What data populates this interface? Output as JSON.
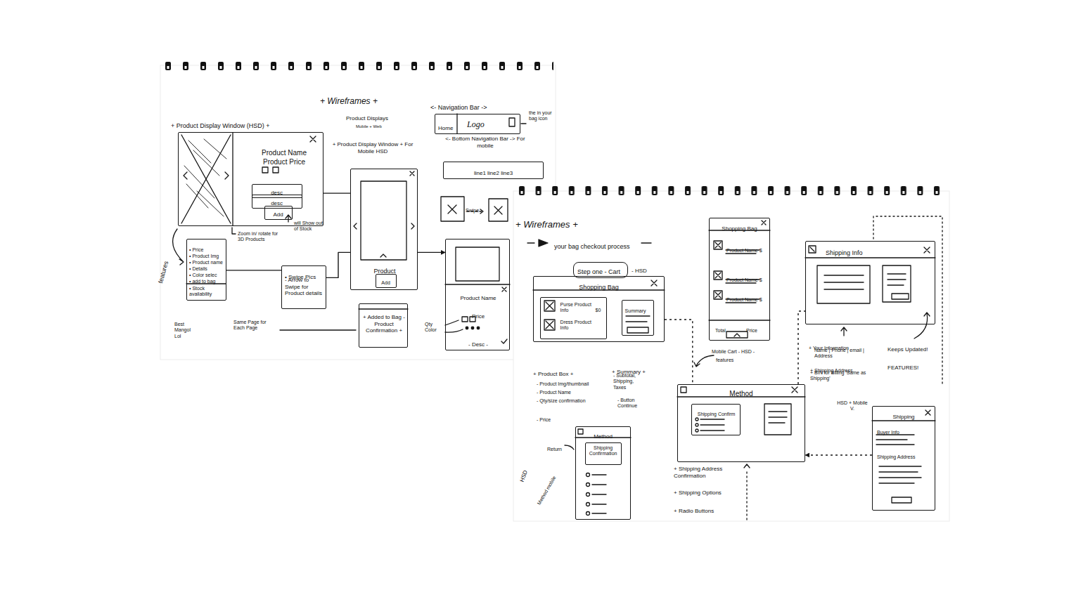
{
  "diagram": {
    "nodes": [
      {
        "text": [
          "Product Name",
          "Product Price"
        ]
      },
      {
        "text": [
          "desc"
        ],
        "in": 0
      },
      {
        "text": [
          "desc"
        ],
        "in": 0
      },
      {
        "text": [
          "Add"
        ],
        "in": 0
      },
      {
        "text": [
          "• Price",
          "• Product Img",
          "• Product name",
          "• Details",
          "• Color selec",
          "• add to bag",
          "• Stock availability"
        ]
      },
      {
        "text": [
          "• Swipe Pics",
          "- Arrow to Swipe for Product details"
        ]
      },
      {
        "text": [
          "Product"
        ]
      },
      {
        "text": [
          "Add"
        ],
        "in": 6
      },
      {
        "text": [
          "+ Added to Bag - Product Confirmation +"
        ]
      },
      {
        "text": [
          "Home",
          "Logo"
        ]
      },
      {
        "text": [
          "line1 line2 line3"
        ]
      },
      {
        "text": [
          "Product Name",
          "Price",
          "- Desc -"
        ]
      },
      {
        "text": [
          "Step one - Cart"
        ]
      },
      {
        "text": [
          "Shopping Bag"
        ]
      },
      {
        "text": [
          "Purse Product Info",
          "Dress Product Info",
          "$0"
        ],
        "in": 13
      },
      {
        "text": [
          "Summary"
        ],
        "in": 13
      },
      {
        "text": [
          "Shopping Bag",
          "Product Name $",
          "Product Name $",
          "Product Name $",
          "Total",
          "Price"
        ]
      },
      {
        "text": [
          "Shipping Info"
        ]
      },
      {
        "text": [
          "Method"
        ]
      },
      {
        "text": [
          "Shipping Confirm"
        ],
        "in": 18
      },
      {
        "text": [
          "Method"
        ]
      },
      {
        "text": [
          "Shipping Confirmation"
        ],
        "in": 20
      },
      {
        "text": [
          "Shipping",
          "Buyer Info",
          "Shipping Address"
        ]
      }
    ],
    "edges": [
      {
        "from": 0,
        "to": 6,
        "arrow": "none"
      },
      {
        "from": 4,
        "to": 5,
        "arrow": "none"
      },
      {
        "from": 5,
        "to": 6,
        "arrow": "none"
      },
      {
        "from": 6,
        "to": 11,
        "arrow": "to"
      },
      {
        "from": 13,
        "to": 18,
        "arrow": "none"
      },
      {
        "from": 18,
        "to": 17,
        "arrow": "none"
      },
      {
        "from": 22,
        "to": 18,
        "arrow": "to"
      }
    ],
    "labels": [
      "+ Wireframes +",
      "Product Displays",
      "Mobile + Web",
      "+ Product Display Window (HSD) +",
      "Zoom in/ rotate for 3D Products",
      "will Show out of Stock",
      "features",
      "+ Product Display Window + For Mobile HSD",
      "Best Mangol Lol",
      "Same Page for Each Page",
      "<- Navigation Bar ->",
      "the in your bag icon",
      "<- Bottom Navigation Bar -> For mobile",
      "Swipe",
      "Qty Color",
      "+ Wireframes +",
      "your bag checkout process",
      "- HSD",
      "+ Product Box +",
      "- Product Img/thumbnail",
      "- Product Name",
      "- Qty/size confirmation",
      "- Price",
      "+ Summary +",
      "- Subtotal, Shipping, Taxes",
      "- Button Continue",
      "Mobile Cart - HSD -",
      "features",
      "+ Your Information",
      "Name | Phone | email | Address",
      "+ Shipping Address",
      "+ BIN for Billing 'Same as Shipping'",
      "Keeps Updated!",
      "FEATURES!",
      "HSD + Mobile V.",
      "+ Shipping Address Confirmation",
      "+ Shipping Options",
      "+ Radio Buttons",
      "Return",
      "HSD",
      "Method mobile"
    ]
  }
}
